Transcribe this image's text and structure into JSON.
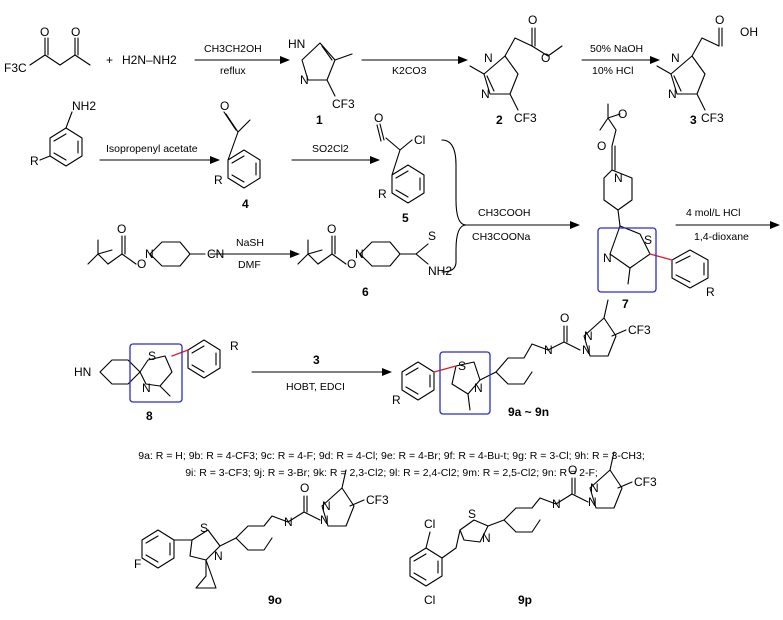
{
  "reagents": {
    "hydrazine": "H2N–NH2",
    "plus": "+",
    "r1_top": "CH3CH2OH",
    "r1_bottom": "reflux",
    "r2_bottom": "K2CO3",
    "r3_top": "50% NaOH",
    "r3_bottom": "10% HCl",
    "r4_top": "Isopropenyl acetate",
    "r5_top": "SO2Cl2",
    "r6_top": "NaSH",
    "r6_bottom": "DMF",
    "r7_top": "CH3COOH",
    "r7_bottom": "CH3COONa",
    "r8_top": "4 mol/L HCl",
    "r8_bottom": "1,4-dioxane",
    "r9_top": "3",
    "r9_bottom": "HOBT, EDCI"
  },
  "atoms": {
    "F3C": "F3C",
    "CF3": "CF3",
    "O": "O",
    "OH": "OH",
    "N": "N",
    "HN": "HN",
    "HNpyr": "HN",
    "S": "S",
    "Cl": "Cl",
    "Br": "",
    "F": "F",
    "R": "R",
    "NH2": "NH2",
    "CN": "CN"
  },
  "compounds": {
    "c1": "1",
    "c2": "2",
    "c3": "3",
    "c4": "4",
    "c5": "5",
    "c6": "6",
    "c7": "7",
    "c8": "8",
    "c9": "9a ~ 9n",
    "c9o": "9o",
    "c9p": "9p"
  },
  "substituents": {
    "line1": "9a: R = H; 9b: R = 4-CF3; 9c: R = 4-F; 9d: R = 4-Cl; 9e: R = 4-Br; 9f: R = 4-Bu-t; 9g: R = 3-Cl; 9h: R = 3-CH3;",
    "line2": "9i: R = 3-CF3; 9j: R = 3-Br; 9k: R = 2,3-Cl2; 9l: R = 2,4-Cl2; 9m: R = 2,5-Cl2; 9n: R = 2-F;"
  },
  "colors": {
    "box": "#2b2bd6",
    "highlight_bond": "#e0201f",
    "ink": "#000000"
  }
}
